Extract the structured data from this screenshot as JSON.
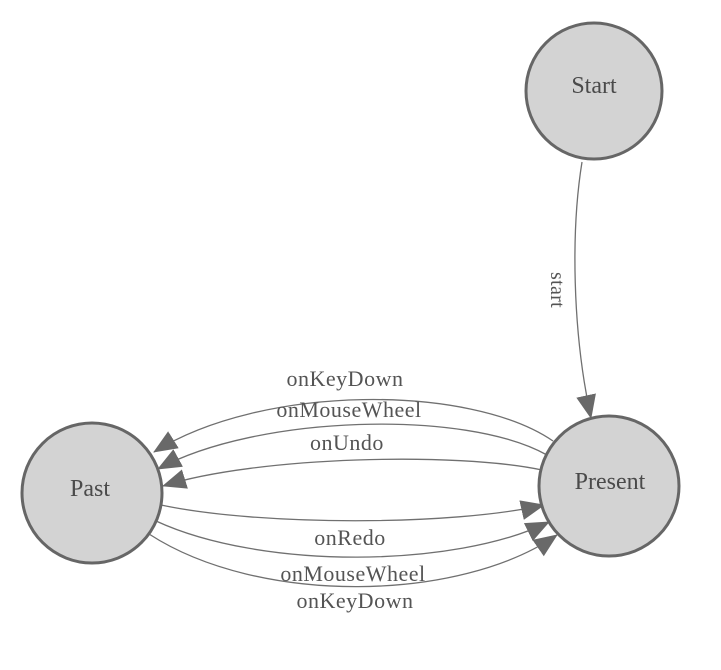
{
  "diagram": {
    "colors": {
      "background": "#ffffff",
      "node_fill": "#d3d3d3",
      "node_stroke": "#666666",
      "edge_line": "#707070",
      "arrow_fill": "#696969",
      "node_text": "#4a4a4a",
      "edge_text": "#545454"
    },
    "nodes": [
      {
        "id": "start",
        "label": "Start"
      },
      {
        "id": "past",
        "label": "Past"
      },
      {
        "id": "present",
        "label": "Present"
      }
    ],
    "edges": [
      {
        "id": "start-transition",
        "label": "start",
        "from": "Start",
        "to": "Present"
      },
      {
        "id": "onkeydown-to-past",
        "label": "onKeyDown",
        "from": "Present",
        "to": "Past"
      },
      {
        "id": "onmousewheel-to-past",
        "label": "onMouseWheel",
        "from": "Present",
        "to": "Past"
      },
      {
        "id": "onundo-to-past",
        "label": "onUndo",
        "from": "Present",
        "to": "Past"
      },
      {
        "id": "onredo-to-present",
        "label": "onRedo",
        "from": "Past",
        "to": "Present"
      },
      {
        "id": "onmousewheel-to-present",
        "label": "onMouseWheel",
        "from": "Past",
        "to": "Present"
      },
      {
        "id": "onkeydown-to-present",
        "label": "onKeyDown",
        "from": "Past",
        "to": "Present"
      }
    ]
  }
}
